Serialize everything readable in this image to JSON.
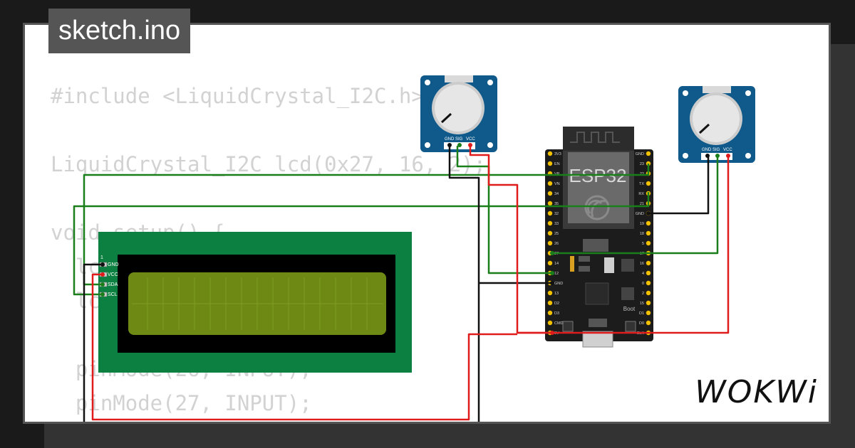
{
  "header": {
    "tab_label": "sketch.ino"
  },
  "code": {
    "lines": [
      "#include <LiquidCrystal_I2C.h>",
      "",
      "LiquidCrystal_I2C lcd(0x27, 16, 2);",
      "",
      "void setup() {",
      "  lcd.init();",
      "  lcd.backlight();",
      "",
      "  pinMode(26, INPUT);",
      "  pinMode(27, INPUT);",
      "}"
    ]
  },
  "esp32": {
    "label": "ESP32",
    "boot_label": "Boot",
    "left_pins": [
      "3V3",
      "EN",
      "VP",
      "VN",
      "34",
      "35",
      "32",
      "33",
      "25",
      "26",
      "27",
      "14",
      "12",
      "GND",
      "13",
      "D2",
      "D3",
      "CMD",
      "5V"
    ],
    "right_pins": [
      "GND",
      "23",
      "22",
      "TX",
      "RX",
      "21",
      "GND",
      "19",
      "18",
      "5",
      "17",
      "16",
      "4",
      "0",
      "2",
      "15",
      "D1",
      "D0",
      "CLK"
    ]
  },
  "lcd": {
    "pins": [
      "GND",
      "VCC",
      "SDA",
      "SCL"
    ],
    "pin1_label": "1"
  },
  "potentiometers": [
    {
      "pins": [
        "GND",
        "SIG",
        "VCC"
      ]
    },
    {
      "pins": [
        "GND",
        "SIG",
        "VCC"
      ]
    }
  ],
  "brand": {
    "logo_text": "WOKWi"
  },
  "colors": {
    "wire_power": "#e01b1b",
    "wire_ground": "#111111",
    "wire_signal": "#1a7f1a",
    "lcd_board": "#0b8040",
    "lcd_screen": "#6e8a14",
    "pot_board": "#0f5a8a"
  }
}
